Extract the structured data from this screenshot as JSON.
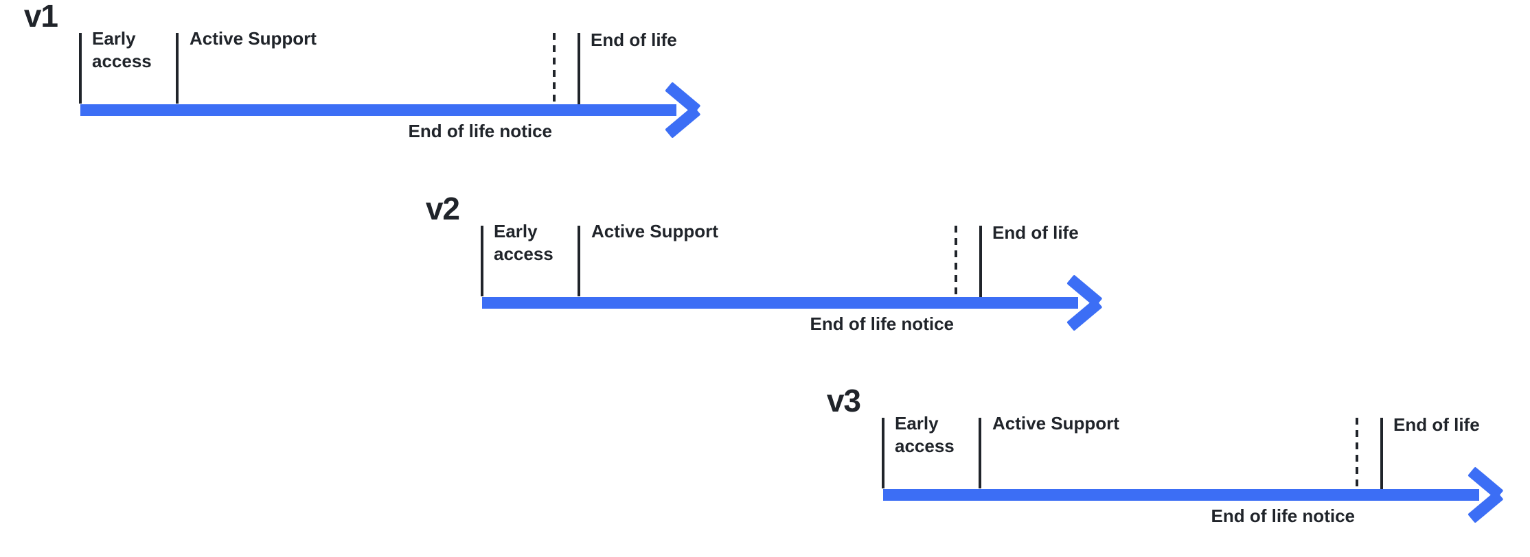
{
  "colors": {
    "arrow_blue": "#3c6ef5",
    "text_ink": "#20242a",
    "background": "#ffffff"
  },
  "timelines": [
    {
      "version": "v1",
      "labels": {
        "early_access": "Early access",
        "active_support": "Active Support",
        "end_of_life": "End of life",
        "eol_notice": "End of life notice"
      }
    },
    {
      "version": "v2",
      "labels": {
        "early_access": "Early access",
        "active_support": "Active Support",
        "end_of_life": "End of life",
        "eol_notice": "End of life notice"
      }
    },
    {
      "version": "v3",
      "labels": {
        "early_access": "Early access",
        "active_support": "Active Support",
        "end_of_life": "End of life",
        "eol_notice": "End of life notice"
      }
    }
  ]
}
